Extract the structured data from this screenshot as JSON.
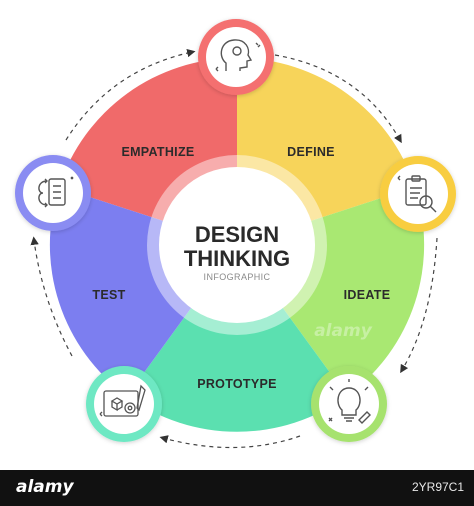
{
  "diagram": {
    "title_line1": "DESIGN",
    "title_line2": "THINKING",
    "subtitle": "INFOGRAPHIC",
    "stages": [
      {
        "label": "EMPATHIZE",
        "color": "#f06a6a",
        "badge_color": "#f46f6f",
        "icon": "human-head-icon"
      },
      {
        "label": "DEFINE",
        "color": "#f7d45a",
        "badge_color": "#f8cd3f",
        "icon": "clipboard-magnifier-icon"
      },
      {
        "label": "IDEATE",
        "color": "#a9e872",
        "badge_color": "#a6e26e",
        "icon": "lightbulb-icon"
      },
      {
        "label": "PROTOTYPE",
        "color": "#5be0b0",
        "badge_color": "#6ee8c3",
        "icon": "blueprint-tools-icon"
      },
      {
        "label": "TEST",
        "color": "#7c7ef0",
        "badge_color": "#8a8cf2",
        "icon": "flow-checklist-icon"
      }
    ]
  },
  "watermark": "alamy",
  "footer": {
    "brand": "alamy",
    "image_id": "2YR97C1"
  }
}
